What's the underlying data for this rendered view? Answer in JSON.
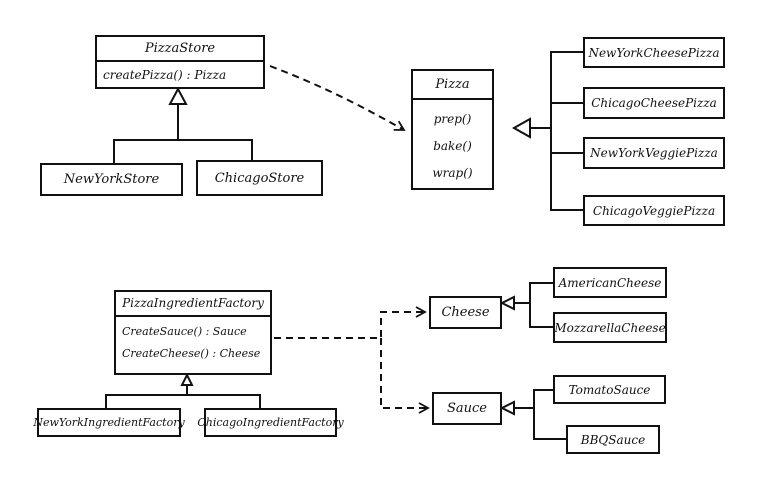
{
  "diagram": {
    "pizza_store": {
      "name": "PizzaStore",
      "operations": [
        "createPizza() : Pizza"
      ],
      "subclasses": [
        "NewYorkStore",
        "ChicagoStore"
      ]
    },
    "pizza": {
      "name": "Pizza",
      "operations": [
        "prep()",
        "bake()",
        "wrap()"
      ],
      "subclasses": [
        "NewYorkCheesePizza",
        "ChicagoCheesePizza",
        "NewYorkVeggiePizza",
        "ChicagoVeggiePizza"
      ]
    },
    "ingredient_factory": {
      "name": "PizzaIngredientFactory",
      "operations": [
        "CreateSauce() : Sauce",
        "CreateCheese() : Cheese"
      ],
      "subclasses": [
        "NewYorkIngredientFactory",
        "ChicagoIngredientFactory"
      ]
    },
    "cheese": {
      "name": "Cheese",
      "subclasses": [
        "AmericanCheese",
        "MozzarellaCheese"
      ]
    },
    "sauce": {
      "name": "Sauce",
      "subclasses": [
        "TomatoSauce",
        "BBQSauce"
      ]
    }
  }
}
